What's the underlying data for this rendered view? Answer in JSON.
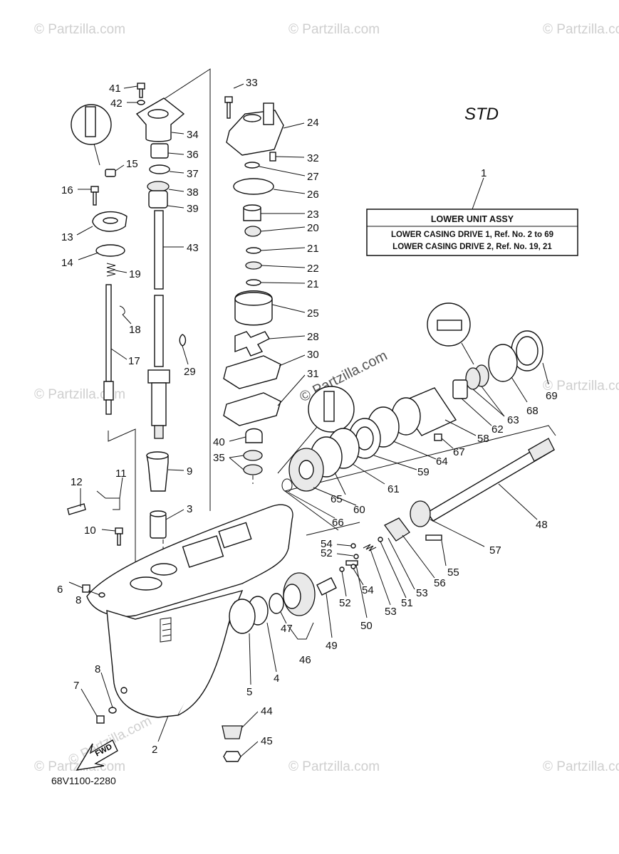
{
  "diagram": {
    "std_label": "STD",
    "diagram_code": "68V1100-2280",
    "fwd_label": "FWD",
    "info_box": {
      "title": "LOWER UNIT ASSY",
      "line1": "LOWER CASING DRIVE 1, Ref. No. 2 to 69",
      "line2": "LOWER CASING DRIVE 2, Ref. No. 19, 21"
    },
    "watermark": "© Partzilla.com",
    "callouts": {
      "c1": "1",
      "c2": "2",
      "c3": "3",
      "c4": "4",
      "c5": "5",
      "c6": "6",
      "c7": "7",
      "c8a": "8",
      "c8b": "8",
      "c9": "9",
      "c10": "10",
      "c11": "11",
      "c12": "12",
      "c13": "13",
      "c14": "14",
      "c15": "15",
      "c16": "16",
      "c17": "17",
      "c18": "18",
      "c19": "19",
      "c20": "20",
      "c21a": "21",
      "c21b": "21",
      "c22": "22",
      "c23": "23",
      "c24": "24",
      "c25": "25",
      "c26": "26",
      "c27": "27",
      "c28": "28",
      "c29": "29",
      "c30": "30",
      "c31": "31",
      "c32": "32",
      "c33": "33",
      "c34": "34",
      "c35": "35",
      "c36": "36",
      "c37": "37",
      "c38": "38",
      "c39": "39",
      "c40": "40",
      "c41": "41",
      "c42": "42",
      "c43": "43",
      "c44": "44",
      "c45": "45",
      "c46": "46",
      "c47": "47",
      "c48": "48",
      "c49": "49",
      "c50": "50",
      "c51": "51",
      "c52a": "52",
      "c52b": "52",
      "c53a": "53",
      "c53b": "53",
      "c54a": "54",
      "c54b": "54",
      "c55": "55",
      "c56": "56",
      "c57": "57",
      "c58": "58",
      "c59": "59",
      "c60": "60",
      "c61": "61",
      "c62": "62",
      "c63": "63",
      "c64": "64",
      "c65": "65",
      "c66": "66",
      "c67": "67",
      "c68": "68",
      "c69": "69"
    }
  }
}
